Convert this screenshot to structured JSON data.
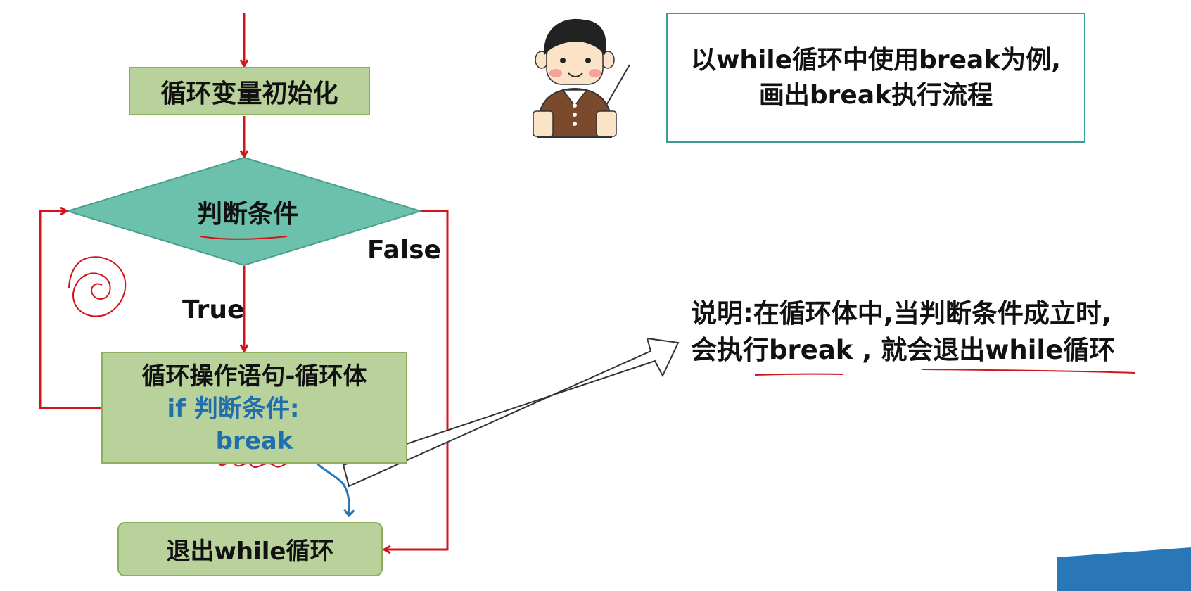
{
  "flowchart": {
    "init": "循环变量初始化",
    "condition": "判断条件",
    "false_label": "False",
    "true_label": "True",
    "body": {
      "line1": "循环操作语句-循环体",
      "line2": "if 判断条件:",
      "line3": "break"
    },
    "exit": "退出while循环"
  },
  "note": {
    "line1": "以while循环中使用break为例,",
    "line2": "画出break执行流程"
  },
  "description": {
    "line1": "说明:在循环体中,当判断条件成立时,",
    "line2": "会执行break , 就会退出while循环"
  },
  "colors": {
    "arrow_red": "#d0161b",
    "process_fill": "#b9d19a",
    "diamond_fill": "#6cc1ad",
    "break_blue": "#1f6ead",
    "corner_blue": "#2a77b8"
  }
}
